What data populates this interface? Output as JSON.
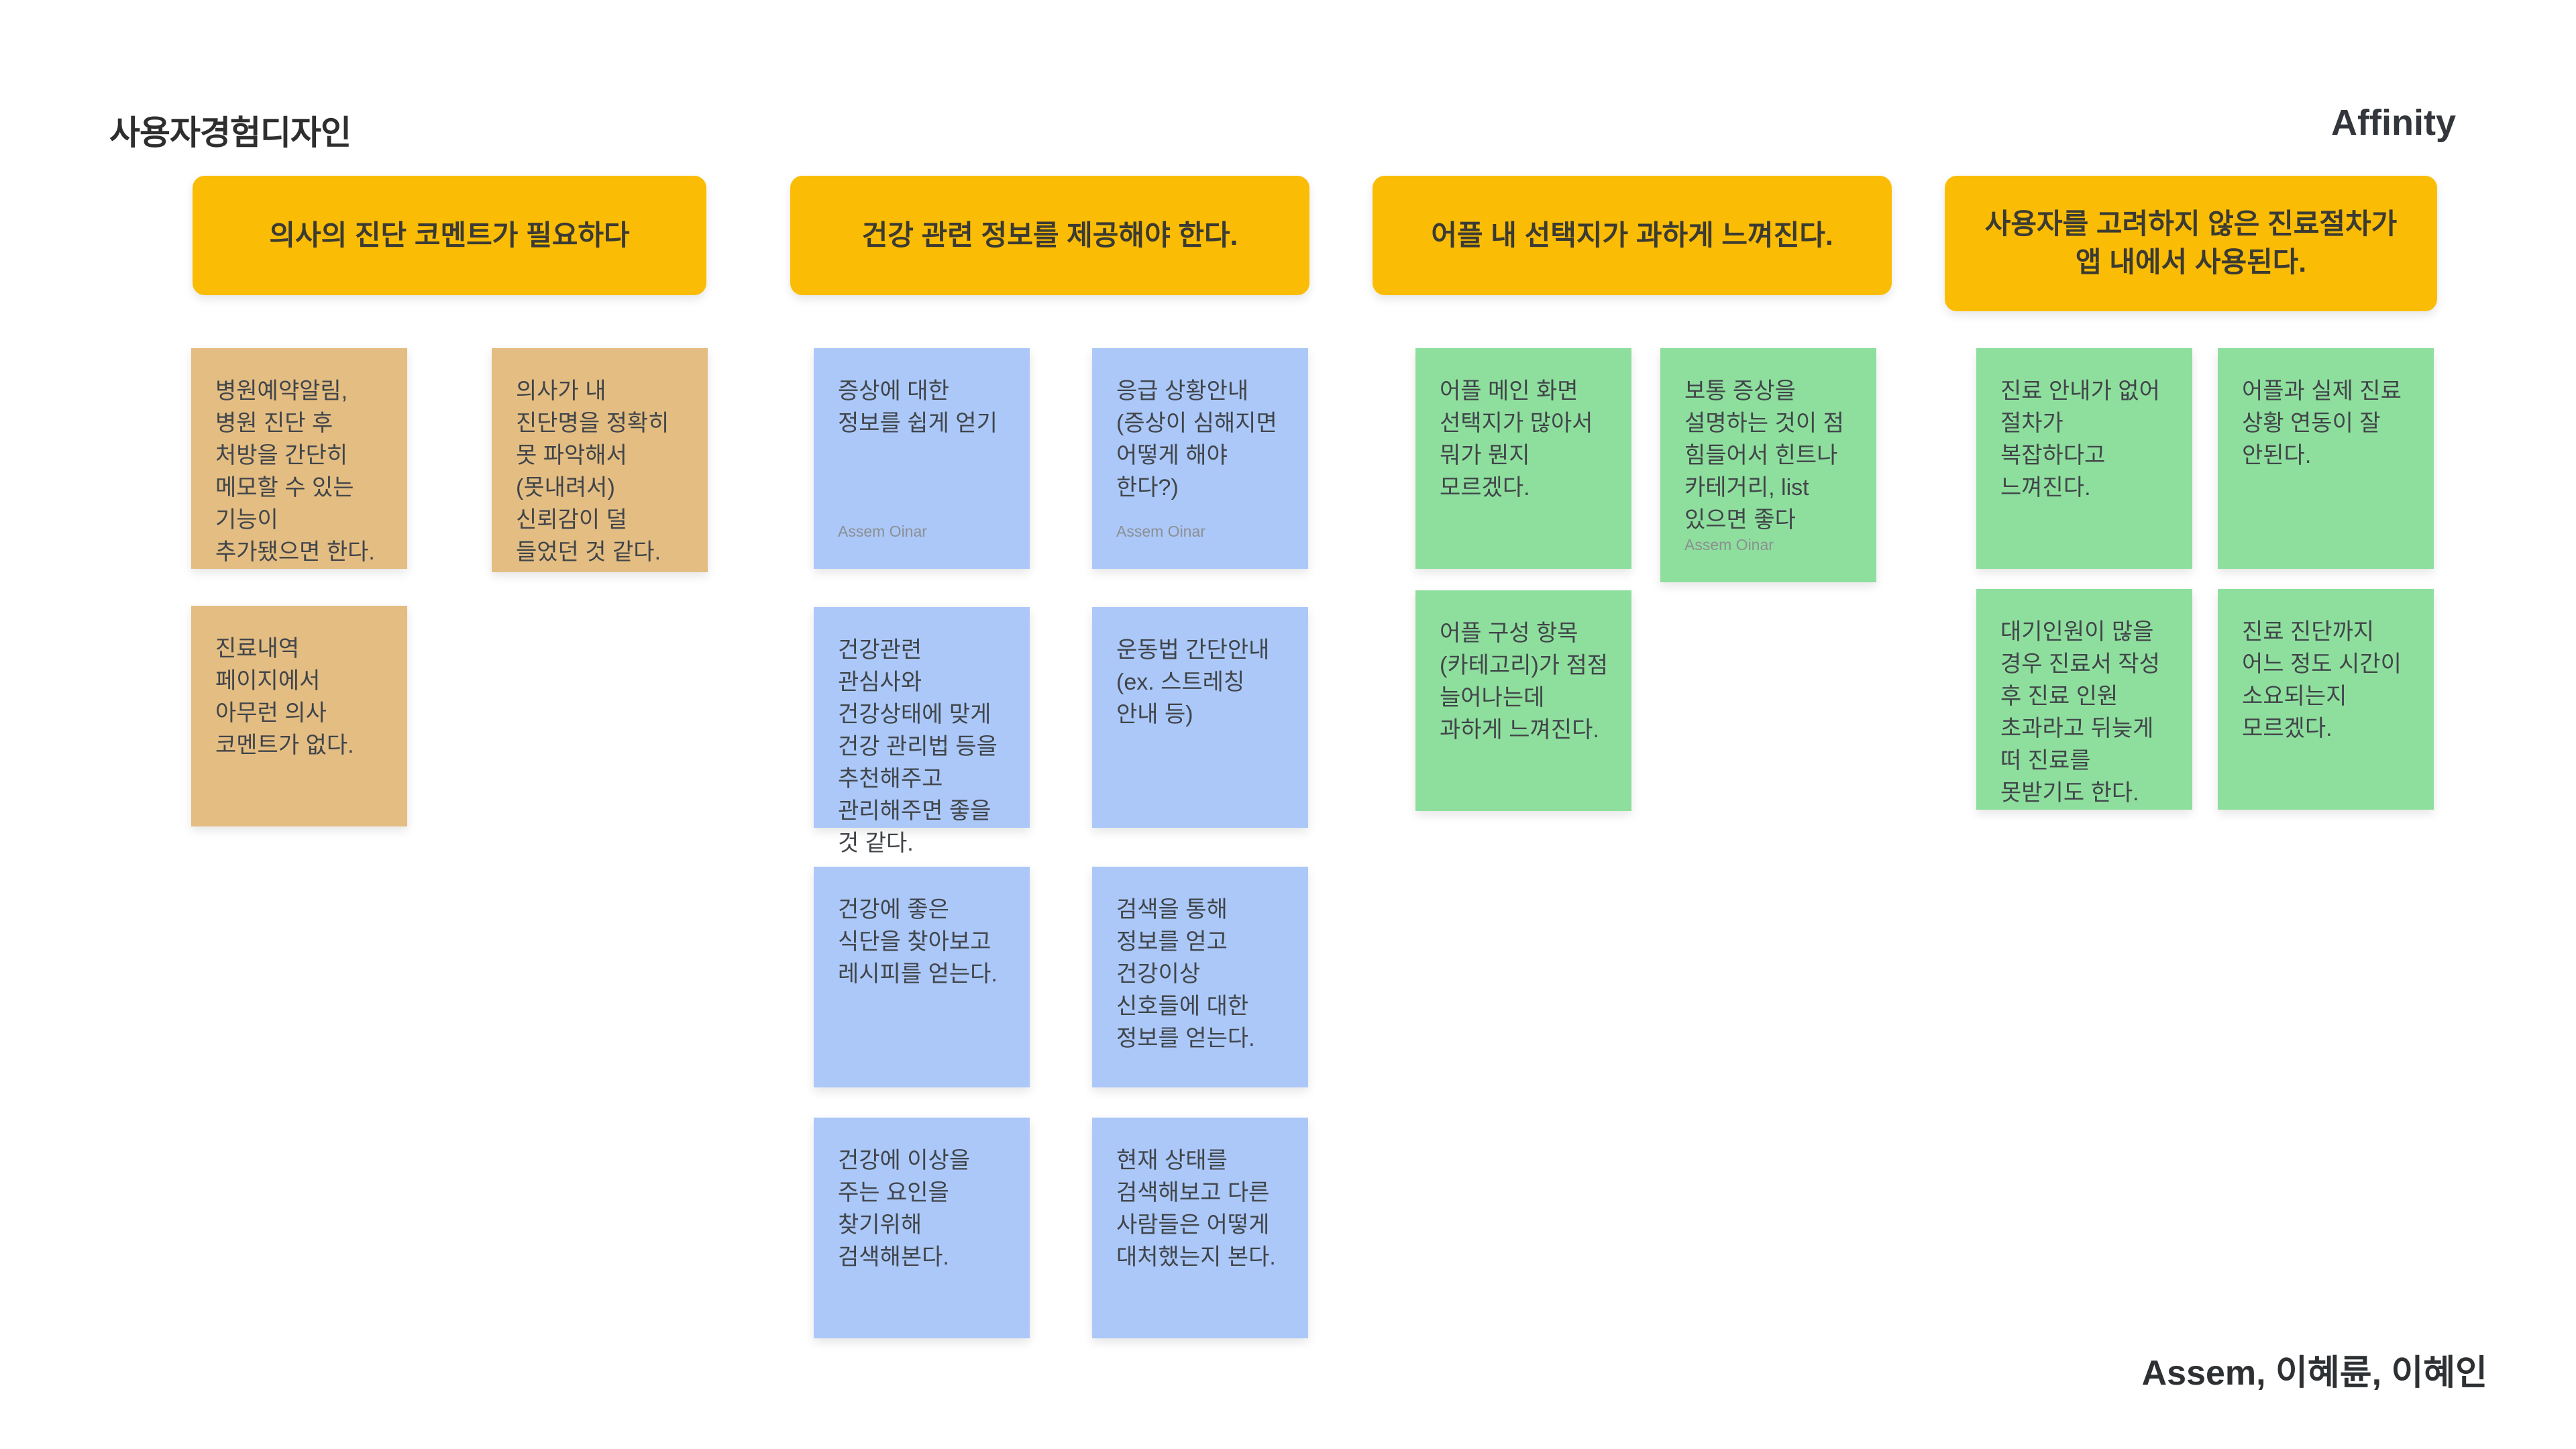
{
  "page": {
    "title": "사용자경험디자인",
    "top_right_label": "Affinity",
    "credits": "Assem, 이혜륜, 이혜인"
  },
  "colors": {
    "background": "#FFFFFF",
    "group_header": "#FBBC05",
    "note_tan": "#E3BD82",
    "note_blue": "#ABC8F8",
    "note_green": "#8EDF9D",
    "note_text": "#41454A",
    "attribution_text": "#8C8F92"
  },
  "groups": [
    {
      "title": "의사의 진단 코멘트가 필요하다",
      "note_color": "tan",
      "notes": [
        {
          "text": "병원예약알림,병원 진단 후 처방을 간단히 메모할 수  있는 기능이 추가됐으면 한다.",
          "author": ""
        },
        {
          "text": "의사가 내 진단명을 정확히 못 파악해서 (못내려서) 신뢰감이 덜 들었던 것 같다.",
          "author": ""
        },
        {
          "text": "진료내역 페이지에서 아무런 의사 코멘트가 없다.",
          "author": ""
        }
      ]
    },
    {
      "title": "건강 관련 정보를 제공해야 한다.",
      "note_color": "blue",
      "notes": [
        {
          "text": "증상에 대한 정보를 쉽게 얻기",
          "author": "Assem Oinar"
        },
        {
          "text": "응급 상황안내 (증상이 심해지면 어떻게 해야 한다?)",
          "author": "Assem Oinar"
        },
        {
          "text": "건강관련 관심사와 건강상태에 맞게 건강 관리법 등을 추천해주고 관리해주면 좋을 것 같다.",
          "author": ""
        },
        {
          "text": "운동법 간단안내(ex. 스트레칭 안내 등)",
          "author": ""
        },
        {
          "text": "건강에 좋은 식단을 찾아보고 레시피를 얻는다.",
          "author": ""
        },
        {
          "text": "검색을 통해 정보를 얻고 건강이상 신호들에 대한 정보를 얻는다.",
          "author": ""
        },
        {
          "text": "건강에 이상을 주는 요인을 찾기위해 검색해본다.",
          "author": ""
        },
        {
          "text": "현재 상태를 검색해보고 다른 사람들은 어떻게  대처했는지 본다.",
          "author": ""
        }
      ]
    },
    {
      "title": "어플 내 선택지가 과하게 느껴진다.",
      "note_color": "green",
      "notes": [
        {
          "text": "어플 메인 화면 선택지가 많아서 뭐가 뭔지 모르겠다.",
          "author": ""
        },
        {
          "text": "보통 증상을 설명하는 것이 점 힘들어서 힌트나 카테거리, list 있으면 좋다",
          "author": "Assem Oinar"
        },
        {
          "text": "어플 구성 항목(카테고리)가 점점 늘어나는데 과하게 느껴진다.",
          "author": ""
        }
      ]
    },
    {
      "title": "사용자를 고려하지 않은 진료절차가 앱 내에서 사용된다.",
      "note_color": "green",
      "notes": [
        {
          "text": "진료 안내가 없어 절차가 복잡하다고 느껴진다.",
          "author": ""
        },
        {
          "text": "어플과 실제 진료 상황 연동이 잘 안된다.",
          "author": ""
        },
        {
          "text": "대기인원이 많을 경우 진료서 작성 후 진료 인원 초과라고 뒤늦게 떠 진료를 못받기도 한다.",
          "author": ""
        },
        {
          "text": "진료 진단까지 어느 정도 시간이 소요되는지 모르겠다.",
          "author": ""
        }
      ]
    }
  ]
}
